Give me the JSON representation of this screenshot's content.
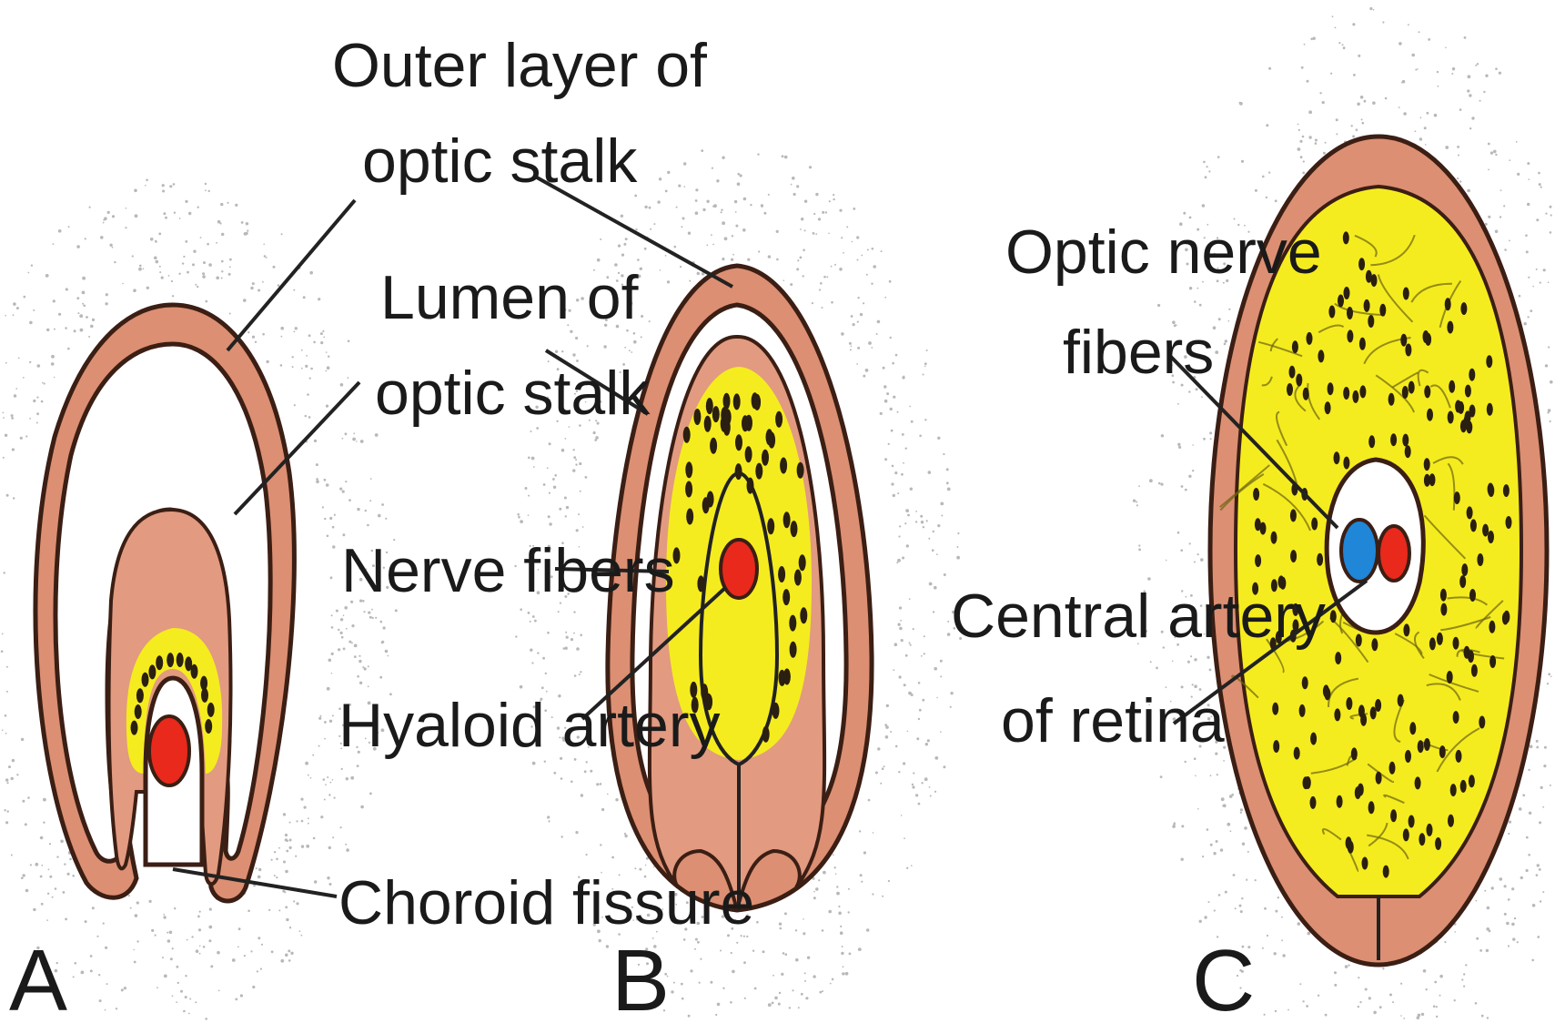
{
  "figure": {
    "labels": {
      "outer_layer_line1": "Outer layer of",
      "outer_layer_line2": "optic stalk",
      "lumen_line1": "Lumen of",
      "lumen_line2": "optic stalk",
      "nerve_fibers": "Nerve fibers",
      "hyaloid_artery": "Hyaloid artery",
      "choroid_fissure": "Choroid fissure",
      "optic_nerve_line1": "Optic nerve",
      "optic_nerve_line2": "fibers",
      "central_artery_line1": "Central artery",
      "central_artery_line2": "of retina"
    },
    "panels": {
      "a": "A",
      "b": "B",
      "c": "C"
    },
    "colors": {
      "wall": "#dc8f72",
      "nerve_fibers": "#f5ec1f",
      "artery": "#e8291b",
      "vein": "#1f86d8"
    }
  }
}
